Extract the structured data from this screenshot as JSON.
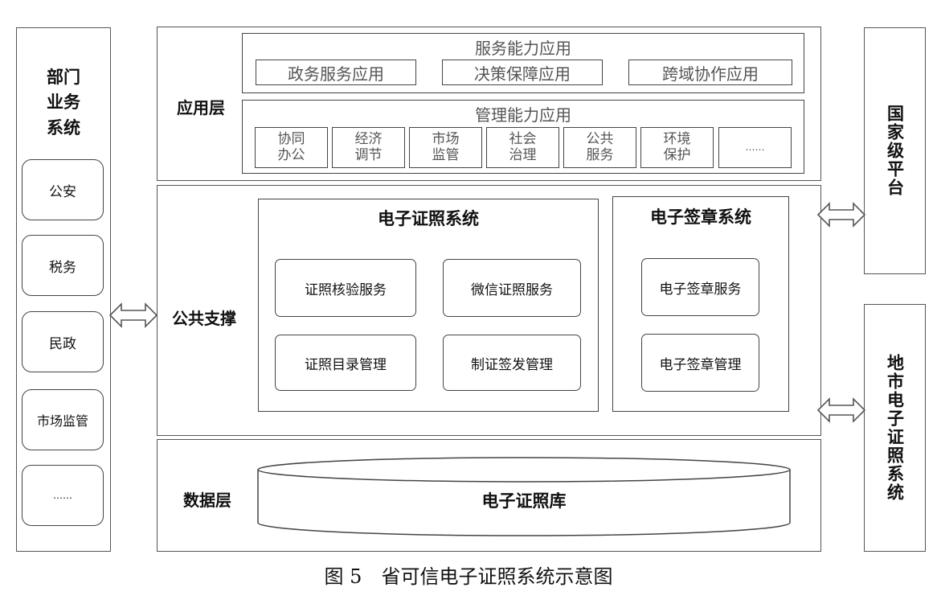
{
  "left_panel": {
    "title_lines": [
      "部门",
      "业务",
      "系统"
    ],
    "items": [
      "公安",
      "税务",
      "民政",
      "市场监管",
      "……"
    ]
  },
  "app_layer": {
    "label": "应用层",
    "service_group": {
      "title": "服务能力应用",
      "items": [
        "政务服务应用",
        "决策保障应用",
        "跨域协作应用"
      ]
    },
    "management_group": {
      "title": "管理能力应用",
      "items": [
        {
          "line1": "协同",
          "line2": "办公"
        },
        {
          "line1": "经济",
          "line2": "调节"
        },
        {
          "line1": "市场",
          "line2": "监管"
        },
        {
          "line1": "社会",
          "line2": "治理"
        },
        {
          "line1": "公共",
          "line2": "服务"
        },
        {
          "line1": "环境",
          "line2": "保护"
        },
        {
          "line1": "……",
          "line2": ""
        }
      ]
    }
  },
  "public_support": {
    "label": "公共支撑",
    "e_license_system": {
      "title": "电子证照系统",
      "items": [
        "证照核验服务",
        "微信证照服务",
        "证照目录管理",
        "制证签发管理"
      ]
    },
    "e_seal_system": {
      "title": "电子签章系统",
      "items": [
        "电子签章服务",
        "电子签章管理"
      ]
    }
  },
  "data_layer": {
    "label": "数据层",
    "database": "电子证照库"
  },
  "right_panels": {
    "national": "国家级平台",
    "city": "地市电子证照系统"
  },
  "caption": "图 5　省可信电子证照系统示意图"
}
